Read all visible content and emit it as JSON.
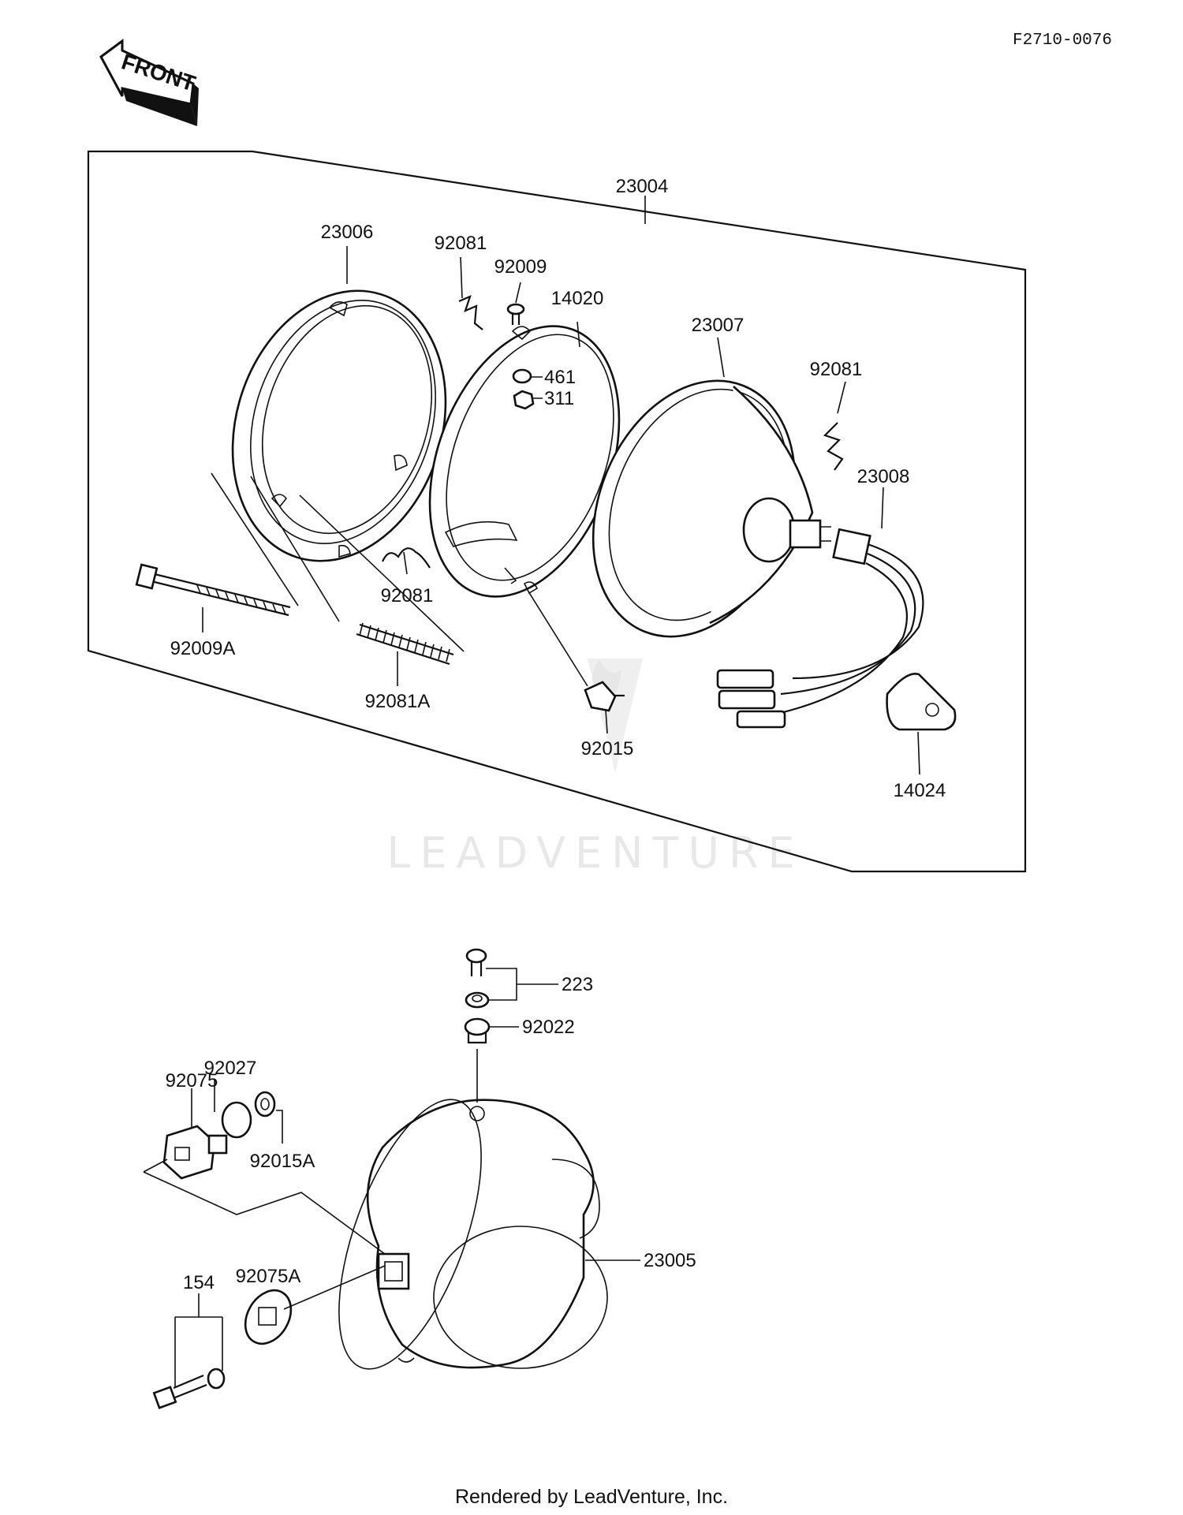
{
  "diagram": {
    "reference_code": "F2710-0076",
    "front_arrow_text": "FRONT",
    "watermark": "LEADVENTURE",
    "credit": "Rendered by LeadVenture, Inc.",
    "callouts": {
      "c23004": "23004",
      "c23006": "23006",
      "c92081_top": "92081",
      "c92009": "92009",
      "c14020": "14020",
      "c23007": "23007",
      "c461": "461",
      "c311": "311",
      "c92081_right": "92081",
      "c23008": "23008",
      "c92081_mid": "92081",
      "c92009A": "92009A",
      "c92081A": "92081A",
      "c92015": "92015",
      "c14024": "14024",
      "c223": "223",
      "c92022": "92022",
      "c92027": "92027",
      "c92075": "92075",
      "c92015A": "92015A",
      "c23005": "23005",
      "c154": "154",
      "c92075A": "92075A"
    }
  }
}
